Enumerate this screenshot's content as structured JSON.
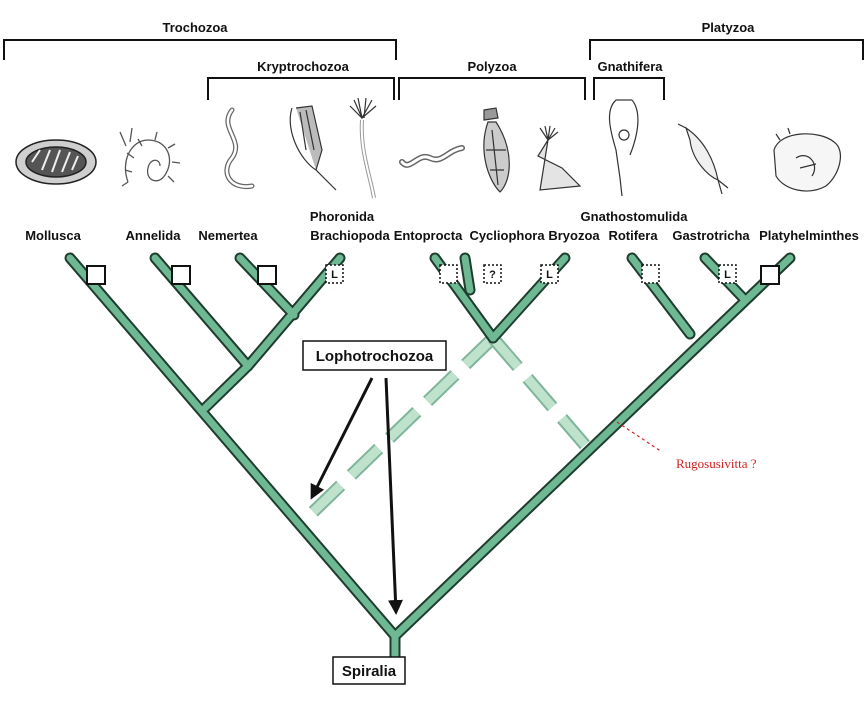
{
  "groups": {
    "trochozoa": "Trochozoa",
    "kryptrochozoa": "Kryptrochozoa",
    "polyzoa": "Polyzoa",
    "platyzoa": "Platyzoa",
    "gnathifera": "Gnathifera"
  },
  "taxa": {
    "mollusca": "Mollusca",
    "annelida": "Annelida",
    "nemertea": "Nemertea",
    "phoronida": "Phoronida",
    "brachiopoda": "Brachiopoda",
    "entoprocta": "Entoprocta",
    "cycliophora": "Cycliophora",
    "bryozoa": "Bryozoa",
    "gnathostomulida": "Gnathostomulida",
    "rotifera": "Rotifera",
    "gastrotricha": "Gastrotricha",
    "platyhelminthes": "Platyhelminthes"
  },
  "markers": {
    "larva": "L",
    "unknown": "?"
  },
  "nodes": {
    "lophotrochozoa": "Lophotrochozoa",
    "spiralia": "Spiralia"
  },
  "annotation": {
    "rugosusivitta": "Rugosusivitta ?",
    "color": "#d42020"
  },
  "colors": {
    "branch": "#6fb894",
    "branch_outline": "#1e3d2e",
    "dashed_branch": "#a9d8bd"
  }
}
